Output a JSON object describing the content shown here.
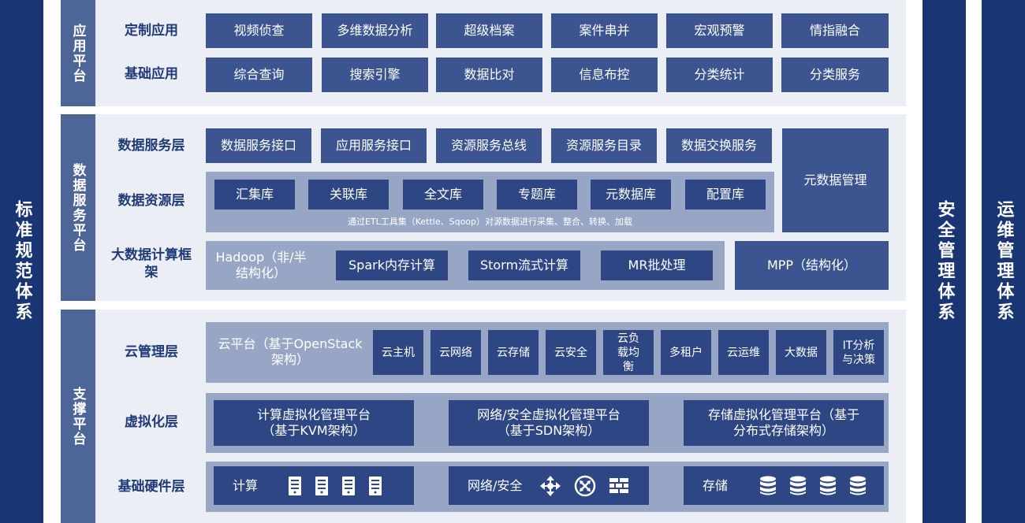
{
  "side_left": "标准规范体系",
  "side_right1": "安全管理体系",
  "side_right2": "运维管理体系",
  "app": {
    "tag": "应用平台",
    "rows": [
      {
        "label": "定制应用",
        "items": [
          "视频侦查",
          "多维数据分析",
          "超级档案",
          "案件串并",
          "宏观预警",
          "情指融合"
        ]
      },
      {
        "label": "基础应用",
        "items": [
          "综合查询",
          "搜索引擎",
          "数据比对",
          "信息布控",
          "分类统计",
          "分类服务"
        ]
      }
    ]
  },
  "data": {
    "tag": "数据服务平台",
    "service_label": "数据服务层",
    "service_items": [
      "数据服务接口",
      "应用服务接口",
      "资源服务总线",
      "资源服务目录",
      "数据交换服务"
    ],
    "meta_mgmt": "元数据管理",
    "resource_label": "数据资源层",
    "resource_items": [
      "汇集库",
      "关联库",
      "全文库",
      "专题库",
      "元数据库",
      "配置库"
    ],
    "resource_note": "通过ETL工具集（Kettle、Sqoop）对源数据进行采集、整合、转换、加载",
    "compute_label": "大数据计算框架",
    "compute_band": "Hadoop（非/半结构化）",
    "compute_items": [
      "Spark内存计算",
      "Storm流式计算",
      "MR批处理"
    ],
    "mpp": "MPP（结构化）"
  },
  "support": {
    "tag": "支撑平台",
    "cloud_label": "云管理层",
    "cloud_band": "云平台（基于OpenStack架构）",
    "cloud_items": [
      "云主机",
      "云网络",
      "云存储",
      "云安全",
      "云负载均衡",
      "多租户",
      "云运维",
      "大数据",
      "IT分析与决策"
    ],
    "virt_label": "虚拟化层",
    "virt_items": [
      "计算虚拟化管理平台（基于KVM架构）",
      "网络/安全虚拟化管理平台（基于SDN架构）",
      "存储虚拟化管理平台（基于分布式存储架构）"
    ],
    "hw_label": "基础硬件层",
    "hw_items": [
      "计算",
      "网络/安全",
      "存储"
    ],
    "hw_icons": {
      "compute": [
        "server-icon",
        "server-icon",
        "server-icon",
        "server-icon"
      ],
      "network": [
        "move-arrows-icon",
        "router-icon",
        "firewall-icon"
      ],
      "storage": [
        "database-icon",
        "database-icon",
        "database-icon",
        "database-icon"
      ]
    }
  },
  "colors": {
    "navy": "#1a3573",
    "box": "#3c5590",
    "band": "#98a6c6",
    "panel": "#eceef5",
    "tag": "#4d6597",
    "label": "#1f3a78"
  }
}
